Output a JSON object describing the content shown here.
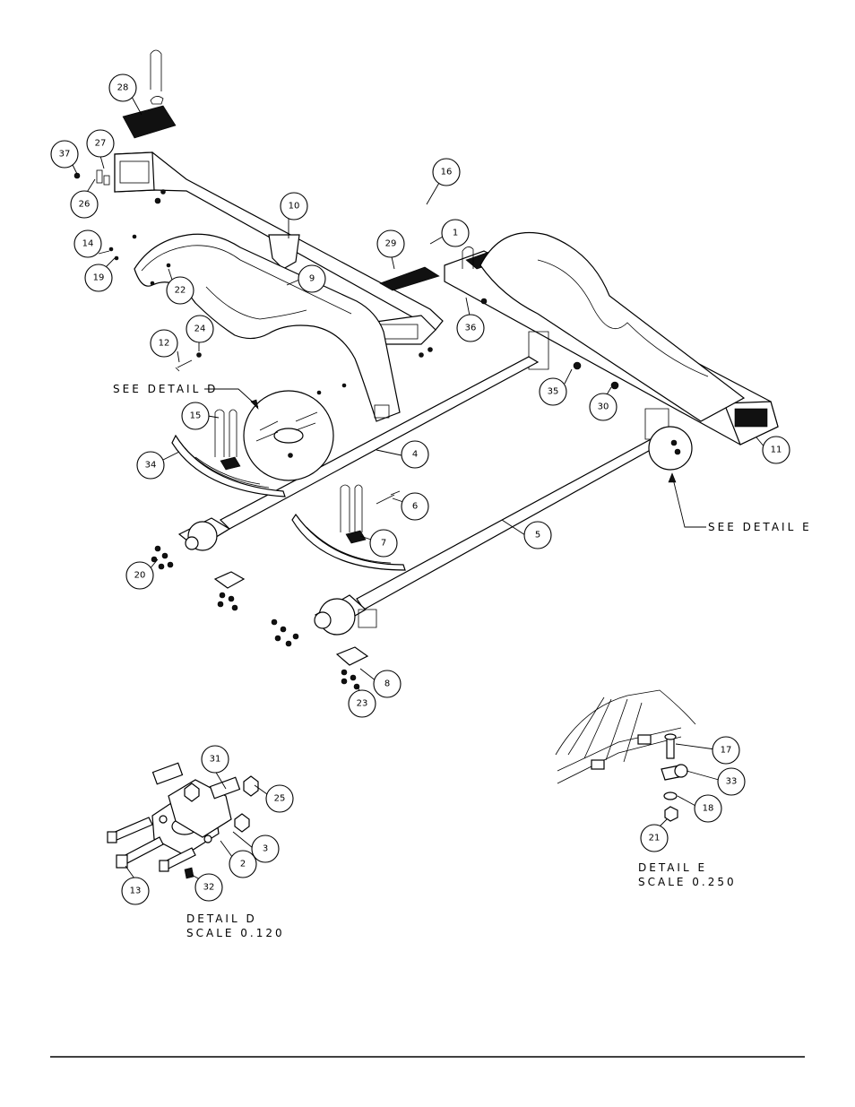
{
  "callouts": [
    {
      "id": "28",
      "label": "28"
    },
    {
      "id": "27",
      "label": "27"
    },
    {
      "id": "37",
      "label": "37"
    },
    {
      "id": "26",
      "label": "26"
    },
    {
      "id": "10",
      "label": "10"
    },
    {
      "id": "16",
      "label": "16"
    },
    {
      "id": "1",
      "label": "1"
    },
    {
      "id": "14",
      "label": "14"
    },
    {
      "id": "19",
      "label": "19"
    },
    {
      "id": "22",
      "label": "22"
    },
    {
      "id": "9",
      "label": "9"
    },
    {
      "id": "29",
      "label": "29"
    },
    {
      "id": "36",
      "label": "36"
    },
    {
      "id": "24",
      "label": "24"
    },
    {
      "id": "12",
      "label": "12"
    },
    {
      "id": "35",
      "label": "35"
    },
    {
      "id": "30",
      "label": "30"
    },
    {
      "id": "15",
      "label": "15"
    },
    {
      "id": "11",
      "label": "11"
    },
    {
      "id": "34",
      "label": "34"
    },
    {
      "id": "4",
      "label": "4"
    },
    {
      "id": "6",
      "label": "6"
    },
    {
      "id": "7",
      "label": "7"
    },
    {
      "id": "5",
      "label": "5"
    },
    {
      "id": "20",
      "label": "20"
    },
    {
      "id": "8",
      "label": "8"
    },
    {
      "id": "23",
      "label": "23"
    },
    {
      "id": "31",
      "label": "31"
    },
    {
      "id": "25",
      "label": "25"
    },
    {
      "id": "3",
      "label": "3"
    },
    {
      "id": "2",
      "label": "2"
    },
    {
      "id": "13",
      "label": "13"
    },
    {
      "id": "32",
      "label": "32"
    },
    {
      "id": "17",
      "label": "17"
    },
    {
      "id": "33",
      "label": "33"
    },
    {
      "id": "18",
      "label": "18"
    },
    {
      "id": "21",
      "label": "21"
    }
  ],
  "annotations": {
    "see_detail_d": "SEE DETAIL  D",
    "see_detail_e": "SEE DETAIL  E"
  },
  "detail_d": {
    "title": "DETAIL  D",
    "scale": "SCALE  0.120"
  },
  "detail_e": {
    "title": "DETAIL  E",
    "scale": "SCALE  0.250"
  }
}
